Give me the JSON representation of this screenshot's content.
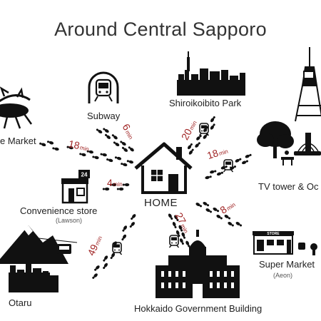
{
  "title": "Around Central Sapporo",
  "home": "HOME",
  "places": {
    "market": "e Market",
    "subway": "Subway",
    "shiroikoibito": "Shiroikoibito Park",
    "tv_tower": "TV tower & Oc",
    "convenience": "Convenience store",
    "convenience_sub": "(Lawson)",
    "super_market": "Super Market",
    "super_market_sub": "(Aeon)",
    "otaru": "Otaru",
    "hokkaido": "Hokkaido Government Building"
  },
  "times": {
    "market": "18",
    "subway": "6",
    "shiroikoibito": "20",
    "tv_tower": "18",
    "convenience": "4",
    "super_market": "8",
    "hokkaido": "27",
    "otaru": "49",
    "unit": "min"
  },
  "store_sign": "24",
  "aeon_sign": "STORE",
  "colors": {
    "time": "#a02424",
    "icon": "#111111"
  }
}
